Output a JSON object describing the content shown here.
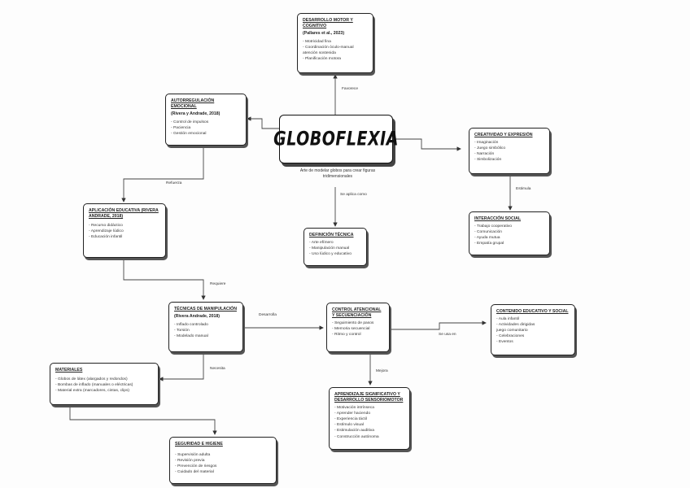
{
  "central": {
    "title": "GLOBOFLEXIA",
    "subtitle": "Arte de modelar globos para crear figuras tridimensionales"
  },
  "nodes": {
    "motor": {
      "title": "DESARROLLO MOTOR Y COGNITIVO",
      "cite": "(Pallares et al., 2023)",
      "items": [
        "- Motricidad fina",
        "- Coordinación óculo-manual",
        "  atención sostenida",
        "- Planificación motora"
      ]
    },
    "autoregulacion": {
      "title": "AUTORREGULACIÓN EMOCIONAL",
      "cite": "(Rivera y Andrade, 2018)",
      "items": [
        "- Control de impulsos",
        "- Paciencia",
        "- Gestión emocional"
      ]
    },
    "creatividad": {
      "title": "CREATIVIDAD Y EXPRESIÓN",
      "cite": "",
      "items": [
        "- Imaginación",
        "- Juego simbólico",
        "- Narración",
        "- Simbolización"
      ]
    },
    "aplicacion": {
      "title": "APLICACIÓN EDUCATIVA (Rivera Andrade, 2018)",
      "cite": "",
      "items": [
        "- Recurso didáctico",
        "- Aprendizaje lúdico",
        "- Educación infantil"
      ]
    },
    "definicion": {
      "title": "DEFINICIÓN TÉCNICA",
      "cite": "",
      "items": [
        "- Arte efímero",
        "- Manipulación manual",
        "- Uso lúdico y educativo"
      ]
    },
    "interaccion": {
      "title": "INTERACCIÓN SOCIAL",
      "cite": "",
      "items": [
        "- Trabajo cooperativo",
        "- Comunicación",
        "- Ayuda mutua",
        "- Empatía grupal"
      ]
    },
    "tecnicas": {
      "title": "TÉCNICAS DE MANIPULACIÓN",
      "cite": "(Rivera Andrade, 2018)",
      "items": [
        "- Inflado controlado",
        "- Torsión",
        "- Modelado manual"
      ]
    },
    "control": {
      "title": "CONTROL ATENCIONAL Y SECUENCIACIÓN",
      "cite": "",
      "items": [
        "- Seguimiento de pasos",
        "- Memoria secuencial",
        "- Ritmo y control"
      ]
    },
    "contenido": {
      "title": "CONTENIDO EDUCATIVO Y SOCIAL",
      "cite": "",
      "items": [
        "- Aula infantil",
        "- Actividades dirigidas",
        "  juego comunitario",
        "- Celebraciones",
        "- Eventos"
      ]
    },
    "materiales": {
      "title": "MATERIALES",
      "cite": "",
      "items": [
        "- Globos de látex (alargados y redondos)",
        "- Bombas de inflado (manuales o eléctricas)",
        "- Material extra (marcadores, cintas, clips)"
      ]
    },
    "aprendizaje": {
      "title": "APRENDIZAJE SIGNIFICATIVO Y DESARROLLO SENSORIOMOTOR",
      "cite": "",
      "items": [
        "- Motivación intrínseca",
        "- Aprender haciendo",
        "- Experiencia táctil",
        "- Estímulo visual",
        "- Estimulación auditiva",
        "- Construcción autónoma"
      ]
    },
    "seguridad": {
      "title": "SEGURIDAD E HIGIENE",
      "cite": "",
      "items": [
        "- Supervisión adulta",
        "- Revisión previa",
        "- Prevención de riesgos",
        "- Cuidado del material"
      ]
    }
  },
  "edge_labels": {
    "favorece": "Favorece",
    "refuerza": "Refuerza",
    "se_aplica": "Se aplica como",
    "estimula": "Estimula",
    "requiere": "Requiere",
    "desarrolla": "Desarrolla",
    "se_usa": "Se usa en",
    "necesita": "Necesita",
    "mejora": "Mejora"
  }
}
